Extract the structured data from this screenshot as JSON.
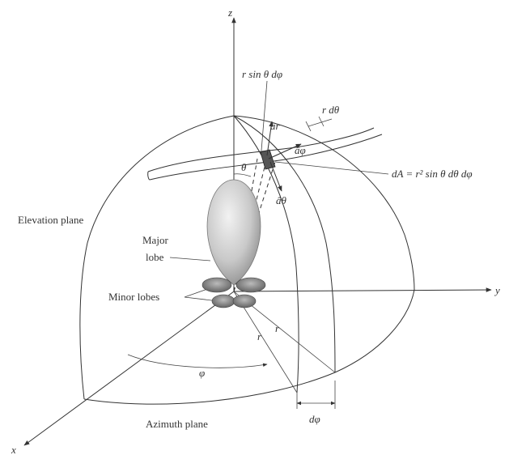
{
  "axes": {
    "z": "z",
    "y": "y",
    "x": "x"
  },
  "labels": {
    "r_sin_theta_dphi": "r sin θ dφ",
    "r_dtheta": "r dθ",
    "a_r": "âr",
    "a_phi": "âφ",
    "a_theta": "âθ",
    "theta": "θ",
    "dA": "dA = r² sin θ dθ dφ",
    "elevation_plane": "Elevation plane",
    "major_lobe_1": "Major",
    "major_lobe_2": "lobe",
    "minor_lobes": "Minor lobes",
    "r1": "r",
    "r2": "r",
    "phi": "φ",
    "dphi": "dφ",
    "azimuth_plane": "Azimuth plane"
  }
}
